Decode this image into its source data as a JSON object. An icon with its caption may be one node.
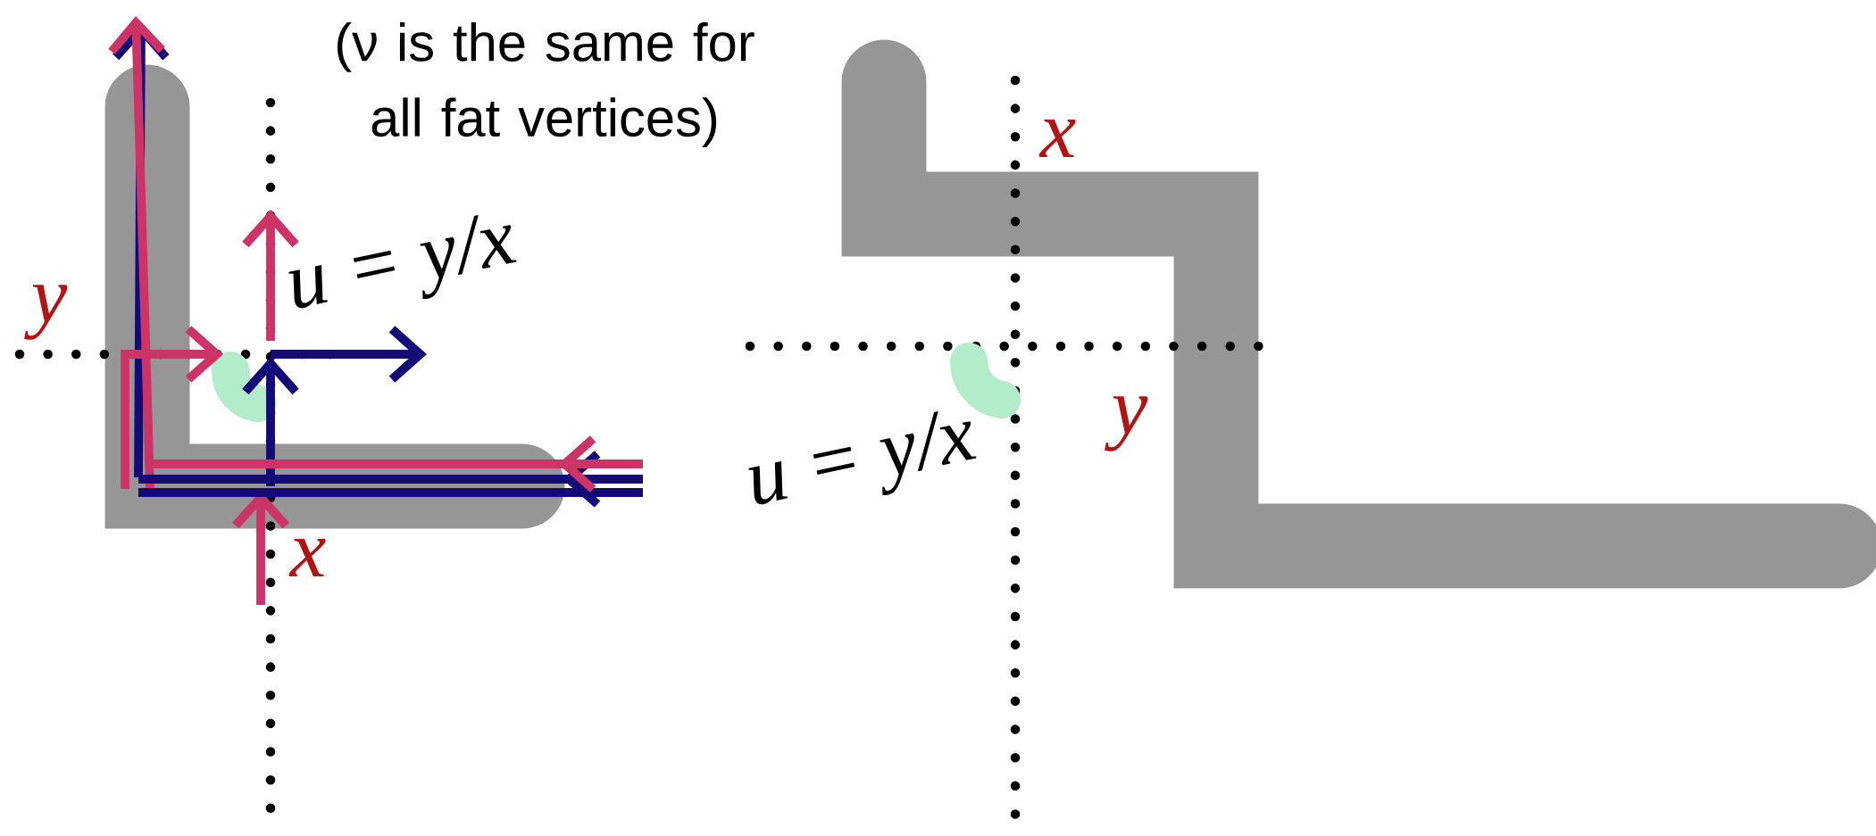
{
  "diagram": {
    "labels": [
      "(ν is the same for all fat vertices)",
      "y",
      "u = y/x",
      "x",
      "x",
      "u = y/x",
      "y"
    ]
  }
}
